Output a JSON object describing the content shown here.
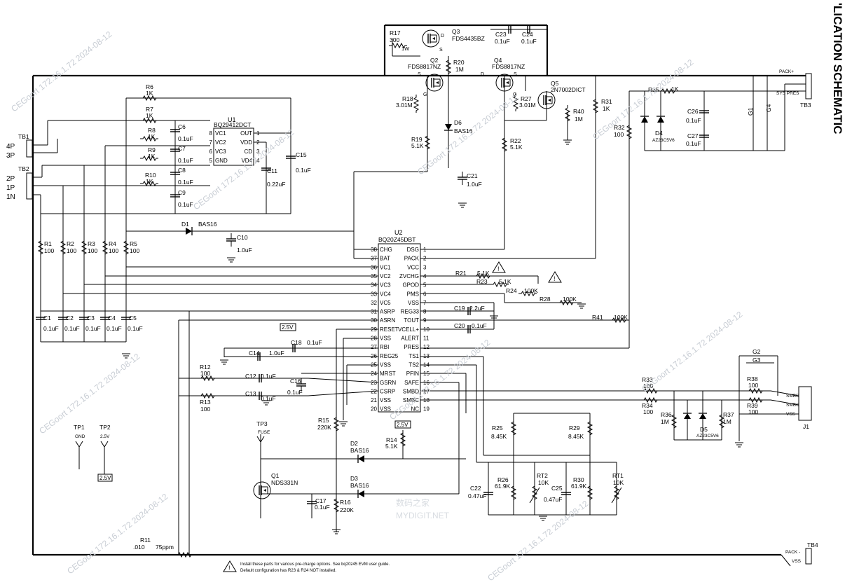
{
  "header": {
    "title": "'LICATION SCHEMATIC"
  },
  "ics": {
    "u1": {
      "ref": "U1",
      "part": "BQ29412DCT",
      "pins_left": [
        {
          "n": "8",
          "name": "VC1"
        },
        {
          "n": "7",
          "name": "VC2"
        },
        {
          "n": "6",
          "name": "VC3"
        },
        {
          "n": "5",
          "name": "GND"
        }
      ],
      "pins_right": [
        {
          "n": "1",
          "name": "OUT"
        },
        {
          "n": "2",
          "name": "VDD"
        },
        {
          "n": "3",
          "name": "CD"
        },
        {
          "n": "4",
          "name": "VD4"
        }
      ]
    },
    "u2": {
      "ref": "U2",
      "part": "BQ20Z45DBT",
      "pins_left": [
        {
          "n": "38",
          "name": "CHG"
        },
        {
          "n": "37",
          "name": "BAT"
        },
        {
          "n": "36",
          "name": "VC1"
        },
        {
          "n": "35",
          "name": "VC2"
        },
        {
          "n": "34",
          "name": "VC3"
        },
        {
          "n": "33",
          "name": "VC4"
        },
        {
          "n": "32",
          "name": "VC5"
        },
        {
          "n": "31",
          "name": "ASRP"
        },
        {
          "n": "30",
          "name": "ASRN"
        },
        {
          "n": "29",
          "name": "RESET"
        },
        {
          "n": "28",
          "name": "VSS"
        },
        {
          "n": "27",
          "name": "RBI"
        },
        {
          "n": "26",
          "name": "REG25"
        },
        {
          "n": "25",
          "name": "VSS"
        },
        {
          "n": "24",
          "name": "MRST"
        },
        {
          "n": "23",
          "name": "GSRN"
        },
        {
          "n": "22",
          "name": "CSRP"
        },
        {
          "n": "21",
          "name": "VSS"
        },
        {
          "n": "20",
          "name": "VSS"
        }
      ],
      "pins_right": [
        {
          "n": "1",
          "name": "DSG"
        },
        {
          "n": "2",
          "name": "PACK"
        },
        {
          "n": "3",
          "name": "VCC"
        },
        {
          "n": "4",
          "name": "ZVCHG"
        },
        {
          "n": "5",
          "name": "GPOD"
        },
        {
          "n": "6",
          "name": "PMS"
        },
        {
          "n": "7",
          "name": "VSS"
        },
        {
          "n": "8",
          "name": "REG33"
        },
        {
          "n": "9",
          "name": "TOUT"
        },
        {
          "n": "10",
          "name": "VCELL+"
        },
        {
          "n": "11",
          "name": "ALERT"
        },
        {
          "n": "12",
          "name": "PRES"
        },
        {
          "n": "13",
          "name": "TS1"
        },
        {
          "n": "14",
          "name": "TS2"
        },
        {
          "n": "15",
          "name": "PFIN"
        },
        {
          "n": "16",
          "name": "SAFE"
        },
        {
          "n": "17",
          "name": "SMBD"
        },
        {
          "n": "18",
          "name": "SMBC"
        },
        {
          "n": "19",
          "name": "NC"
        }
      ]
    }
  },
  "mosfets": {
    "q1": {
      "ref": "Q1",
      "part": "NDS331N"
    },
    "q2": {
      "ref": "Q2",
      "part": "FDS8817NZ"
    },
    "q3": {
      "ref": "Q3",
      "part": "FDS4435BZ"
    },
    "q4": {
      "ref": "Q4",
      "part": "FDS8817NZ"
    },
    "q5": {
      "ref": "Q5",
      "part": "2N7002DICT"
    }
  },
  "resistors": {
    "r1": {
      "ref": "R1",
      "val": "100"
    },
    "r2": {
      "ref": "R2",
      "val": "100"
    },
    "r3": {
      "ref": "R3",
      "val": "100"
    },
    "r4": {
      "ref": "R4",
      "val": "100"
    },
    "r5": {
      "ref": "R5",
      "val": "100"
    },
    "r6": {
      "ref": "R6",
      "val": "1K"
    },
    "r7": {
      "ref": "R7",
      "val": "1K"
    },
    "r8": {
      "ref": "R8",
      "val": "1K"
    },
    "r9": {
      "ref": "R9",
      "val": "1K"
    },
    "r10": {
      "ref": "R10",
      "val": "1K"
    },
    "r11": {
      "ref": "R11",
      "val": ".010",
      "extra": "75ppm"
    },
    "r12": {
      "ref": "R12",
      "val": "100"
    },
    "r13": {
      "ref": "R13",
      "val": "100"
    },
    "r14": {
      "ref": "R14",
      "val": "5.1K"
    },
    "r15": {
      "ref": "R15",
      "val": "220K"
    },
    "r16": {
      "ref": "R16",
      "val": "220K"
    },
    "r17": {
      "ref": "R17",
      "val": "300",
      "extra": "1W"
    },
    "r18": {
      "ref": "R18",
      "val": "3.01M"
    },
    "r19": {
      "ref": "R19",
      "val": "5.1K"
    },
    "r20": {
      "ref": "R20",
      "val": "1M"
    },
    "r21": {
      "ref": "R21",
      "val": "5.1K"
    },
    "r22": {
      "ref": "R22",
      "val": "5.1K"
    },
    "r23": {
      "ref": "R23",
      "val": "5.1K"
    },
    "r24": {
      "ref": "R24",
      "val": "100K"
    },
    "r25": {
      "ref": "R25",
      "val": "8.45K"
    },
    "r26": {
      "ref": "R26",
      "val": "61.9K"
    },
    "r27": {
      "ref": "R27",
      "val": "3.01M"
    },
    "r28": {
      "ref": "R28",
      "val": "100K"
    },
    "r29": {
      "ref": "R29",
      "val": "8.45K"
    },
    "r30": {
      "ref": "R30",
      "val": "61.9K"
    },
    "r31": {
      "ref": "R31",
      "val": "1K"
    },
    "r32": {
      "ref": "R32",
      "val": "100"
    },
    "r33": {
      "ref": "R33",
      "val": "100"
    },
    "r34": {
      "ref": "R34",
      "val": "100"
    },
    "r35": {
      "ref": "R35",
      "val": "1K"
    },
    "r36": {
      "ref": "R36",
      "val": "1M"
    },
    "r37": {
      "ref": "R37",
      "val": "1M"
    },
    "r38": {
      "ref": "R38",
      "val": "100"
    },
    "r39": {
      "ref": "R39",
      "val": "100"
    },
    "r40": {
      "ref": "R40",
      "val": "1M"
    },
    "r41": {
      "ref": "R41",
      "val": "100K"
    },
    "rt1": {
      "ref": "RT1",
      "val": "10K"
    },
    "rt2": {
      "ref": "RT2",
      "val": "10K"
    }
  },
  "capacitors": {
    "c1": {
      "ref": "C1",
      "val": "0.1uF"
    },
    "c2": {
      "ref": "C2",
      "val": "0.1uF"
    },
    "c3": {
      "ref": "C3",
      "val": "0.1uF"
    },
    "c4": {
      "ref": "C4",
      "val": "0.1uF"
    },
    "c5": {
      "ref": "C5",
      "val": "0.1uF"
    },
    "c6": {
      "ref": "C6",
      "val": "0.1uF"
    },
    "c7": {
      "ref": "C7",
      "val": "0.1uF"
    },
    "c8": {
      "ref": "C8",
      "val": "0.1uF"
    },
    "c9": {
      "ref": "C9",
      "val": "0.1uF"
    },
    "c10": {
      "ref": "C10",
      "val": "1.0uF"
    },
    "c11": {
      "ref": "C11",
      "val": "0.22uF"
    },
    "c12": {
      "ref": "C12",
      "val": "0.1uF"
    },
    "c13": {
      "ref": "C13",
      "val": "0.1uF"
    },
    "c14": {
      "ref": "C14",
      "val": "1.0uF"
    },
    "c15": {
      "ref": "C15",
      "val": "0.1uF"
    },
    "c16": {
      "ref": "C16",
      "val": "0.1uF"
    },
    "c17": {
      "ref": "C17",
      "val": "0.1uF"
    },
    "c18": {
      "ref": "C18",
      "val": "0.1uF"
    },
    "c19": {
      "ref": "C19",
      "val": "2.2uF"
    },
    "c20": {
      "ref": "C20",
      "val": "0.1uF"
    },
    "c21": {
      "ref": "C21",
      "val": "1.0uF"
    },
    "c22": {
      "ref": "C22",
      "val": "0.47uF"
    },
    "c23": {
      "ref": "C23",
      "val": "0.1uF"
    },
    "c24": {
      "ref": "C24",
      "val": "0.1uF"
    },
    "c25": {
      "ref": "C25",
      "val": "0.47uF"
    },
    "c26": {
      "ref": "C26",
      "val": "0.1uF"
    },
    "c27": {
      "ref": "C27",
      "val": "0.1uF"
    }
  },
  "diodes": {
    "d1": {
      "ref": "D1",
      "val": "BAS16"
    },
    "d2": {
      "ref": "D2",
      "val": "BAS16"
    },
    "d3": {
      "ref": "D3",
      "val": "BAS16"
    },
    "d4": {
      "ref": "D4",
      "val": "AZ23C5V6"
    },
    "d5": {
      "ref": "D5",
      "val": "AZ23C5V6"
    },
    "d6": {
      "ref": "D6",
      "val": "BAS16"
    }
  },
  "connectors": {
    "tb1": {
      "ref": "TB1",
      "pins": [
        "4P",
        "3P"
      ]
    },
    "tb2": {
      "ref": "TB2",
      "pins": [
        "2P",
        "1P",
        "1N"
      ]
    },
    "tb3": {
      "ref": "TB3",
      "labels": [
        "PACK+",
        "SYS PRES"
      ]
    },
    "tb4": {
      "ref": "TB4",
      "labels": [
        "PACK -",
        "VSS"
      ]
    },
    "j1": {
      "ref": "J1",
      "labels": [
        "SMBD",
        "SMBC",
        "VSS"
      ]
    }
  },
  "test_points": {
    "tp1": {
      "ref": "TP1",
      "label": "GND"
    },
    "tp2": {
      "ref": "TP2",
      "label": "2.5V"
    },
    "tp3": {
      "ref": "TP3",
      "label": "FUSE"
    }
  },
  "rails": {
    "v25": "2.5V"
  },
  "gnd_labels": {
    "g1": "G1",
    "g2": "G2",
    "g3": "G3",
    "g4": "G4"
  },
  "pin_letters": {
    "s": "S",
    "d": "D",
    "g": "G"
  },
  "notes": {
    "warn": "!",
    "line1": "Install these parts for various pre-charge options. See bq20z45 EVM user guide.",
    "line2": "Default configuration has R23 & R24 NOT installed."
  },
  "watermarks": {
    "tag": "CEGoort 172.16.1.72 2024-08-12",
    "brand_cn": "数码之家",
    "brand_en": "MYDIGIT.NET"
  }
}
